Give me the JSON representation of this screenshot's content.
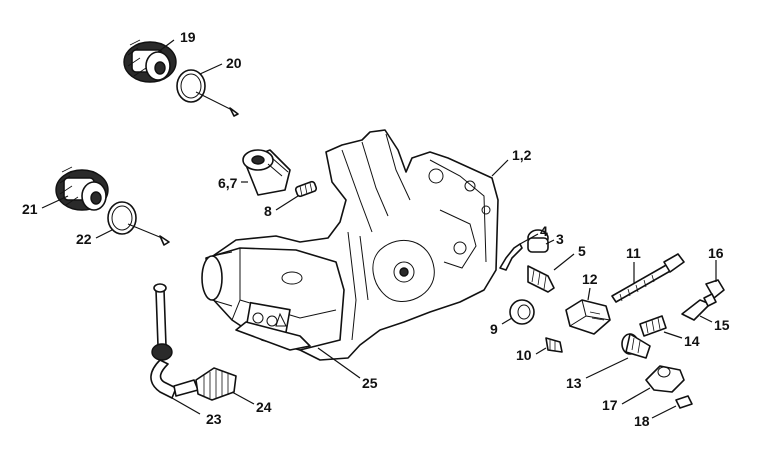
{
  "callouts": [
    {
      "id": "c19",
      "text": "19"
    },
    {
      "id": "c20",
      "text": "20"
    },
    {
      "id": "c21",
      "text": "21"
    },
    {
      "id": "c22",
      "text": "22"
    },
    {
      "id": "c67",
      "text": "6,7"
    },
    {
      "id": "c8",
      "text": "8"
    },
    {
      "id": "c12a",
      "text": "1,2"
    },
    {
      "id": "c4",
      "text": "4"
    },
    {
      "id": "c3",
      "text": "3"
    },
    {
      "id": "c5",
      "text": "5"
    },
    {
      "id": "c11",
      "text": "11"
    },
    {
      "id": "c16",
      "text": "16"
    },
    {
      "id": "c12",
      "text": "12"
    },
    {
      "id": "c9",
      "text": "9"
    },
    {
      "id": "c15",
      "text": "15"
    },
    {
      "id": "c14",
      "text": "14"
    },
    {
      "id": "c10",
      "text": "10"
    },
    {
      "id": "c13",
      "text": "13"
    },
    {
      "id": "c17",
      "text": "17"
    },
    {
      "id": "c18",
      "text": "18"
    },
    {
      "id": "c25",
      "text": "25"
    },
    {
      "id": "c23",
      "text": "23"
    },
    {
      "id": "c24",
      "text": "24"
    }
  ]
}
